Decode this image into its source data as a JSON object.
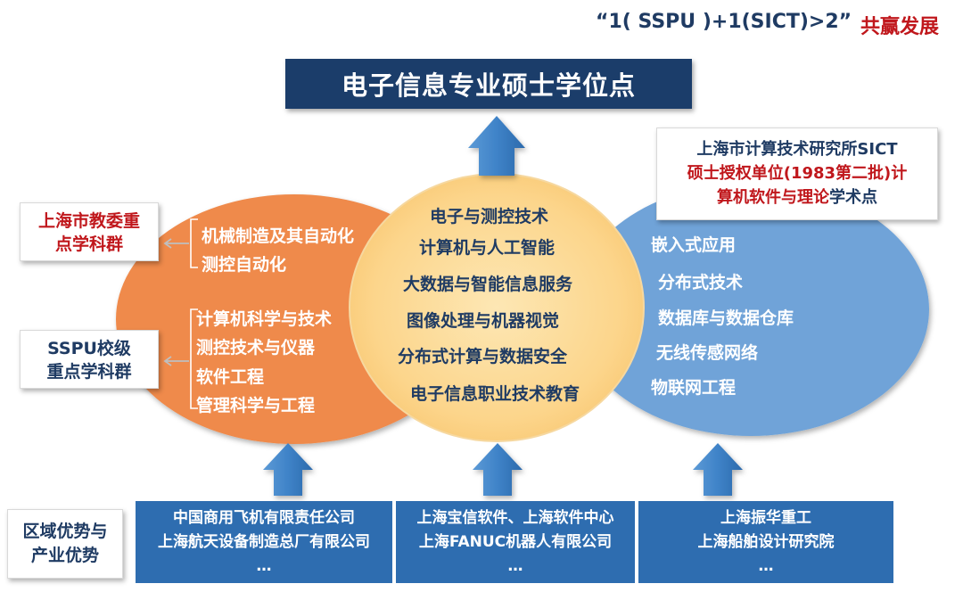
{
  "slogan": "“1( SSPU )+1(SICT)>2”",
  "slogan_tag": "共赢发展",
  "title": "电子信息专业硕士学位点",
  "sict": {
    "line1": "上海市计算技术研究所SICT",
    "line2": "硕士授权单位(1983第二批)计",
    "line3_blue": "算机软件与理论",
    "line3_red": "学术点"
  },
  "left_groups": {
    "shanghai": {
      "line1": "上海市教委重",
      "line2": "点学科群"
    },
    "sspu": {
      "line1": "SSPU校级",
      "line2": "重点学科群"
    }
  },
  "left_ellipse": {
    "group1": [
      "机械制造及其自动化",
      "测控自动化"
    ],
    "group2": [
      "计算机科学与技术",
      "测控技术与仪器",
      "软件工程",
      "管理科学与工程"
    ]
  },
  "center_ellipse": [
    "电子与测控技术",
    "计算机与人工智能",
    "大数据与智能信息服务",
    "图像处理与机器视觉",
    "分布式计算与数据安全",
    "电子信息职业技术教育"
  ],
  "right_ellipse": [
    "嵌入式应用",
    "分布式技术",
    "数据库与数据仓库",
    "无线传感网络",
    "物联网工程"
  ],
  "region": {
    "line1": "区域优势与",
    "line2": "产业优势"
  },
  "industry": {
    "left": [
      "中国商用飞机有限责任公司",
      "上海航天设备制造总厂有限公司",
      "…"
    ],
    "mid": [
      "上海宝信软件、上海软件中心",
      "上海FANUC机器人有限公司",
      "…"
    ],
    "right": [
      "上海振华重工",
      "上海船舶设计研究院",
      "…"
    ]
  },
  "colors": {
    "navy": "#1b3d6a",
    "orange": "#ef8a4c",
    "light_blue": "#6fa3d8",
    "yellow": "#fcd483",
    "arrow_blue": "#3f83c8",
    "red": "#c0171c",
    "panel_blue": "#2e6db0"
  }
}
